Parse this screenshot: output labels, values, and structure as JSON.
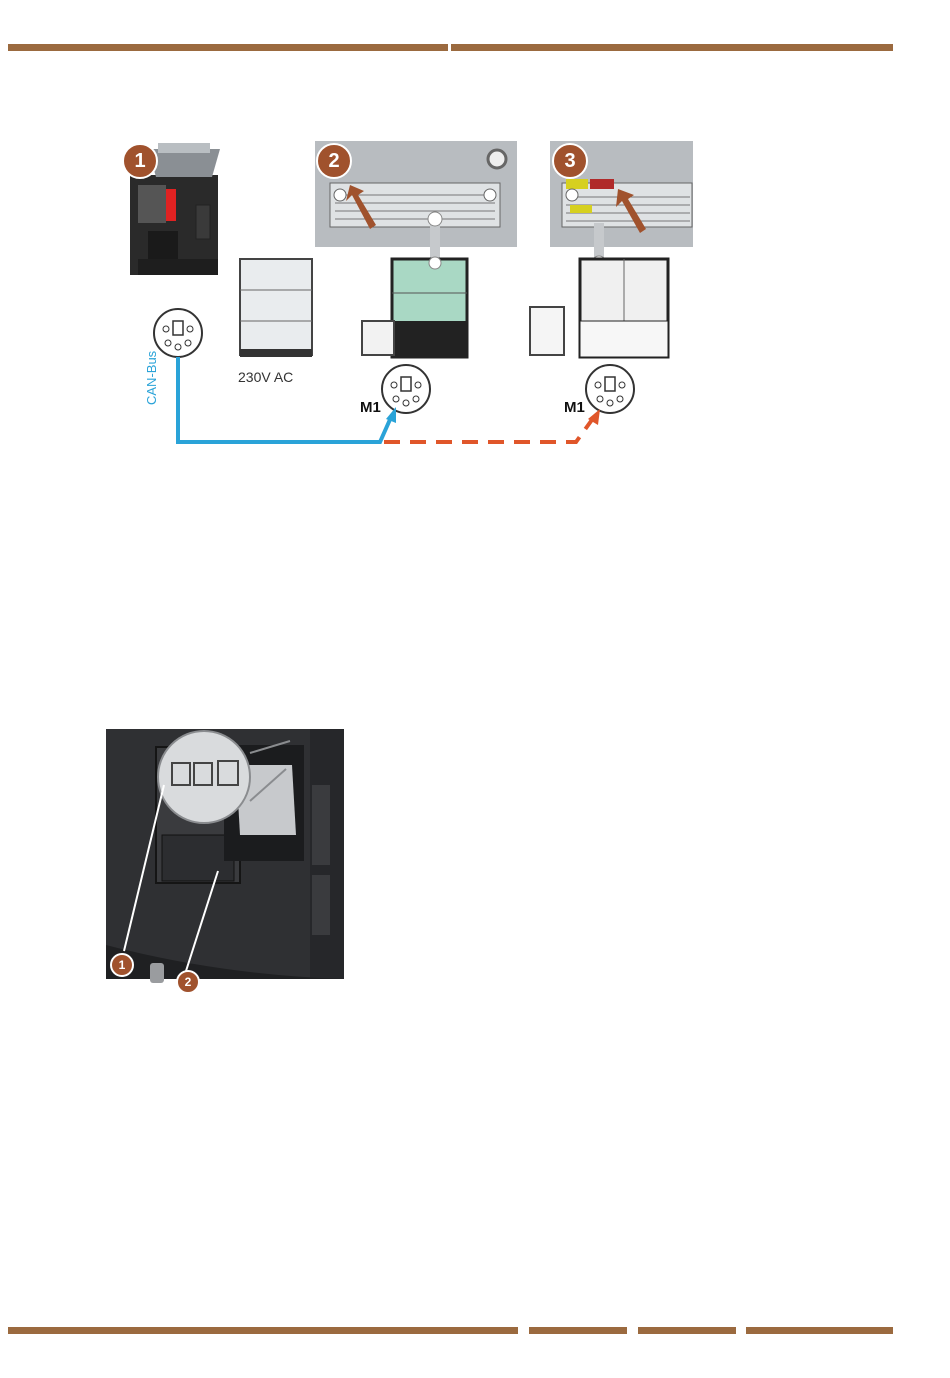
{
  "figure1": {
    "callouts": [
      "1",
      "2",
      "3"
    ],
    "can_bus_label": "CAN-Bus",
    "power_label": "230V AC",
    "port_label_a": "M1",
    "port_label_b": "M1",
    "colors": {
      "accent": "#9b6a3f",
      "can_line": "#2aa3d8",
      "option_line": "#e0562a",
      "callout": "#a0522d"
    }
  },
  "figure2": {
    "callouts": [
      "1",
      "2"
    ]
  }
}
